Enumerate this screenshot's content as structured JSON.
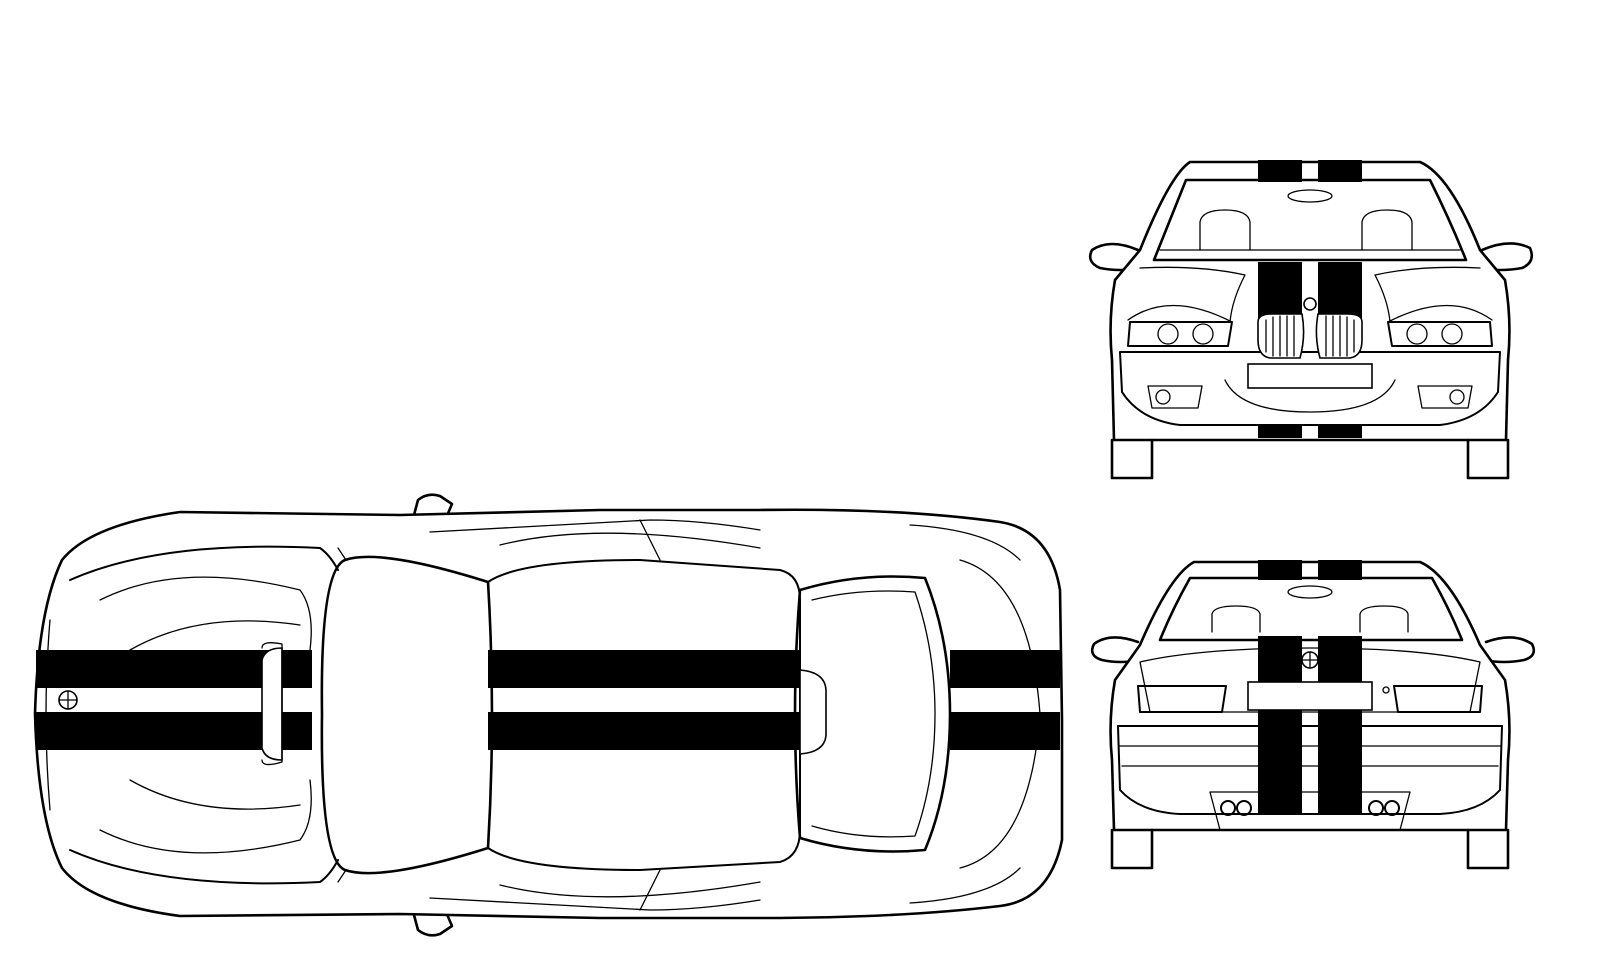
{
  "drawing": {
    "style": "line-art blueprint",
    "line_color": "#000000",
    "background": "#ffffff",
    "stripe_color": "#000000",
    "views": [
      "top-view",
      "front-view",
      "rear-view"
    ]
  }
}
